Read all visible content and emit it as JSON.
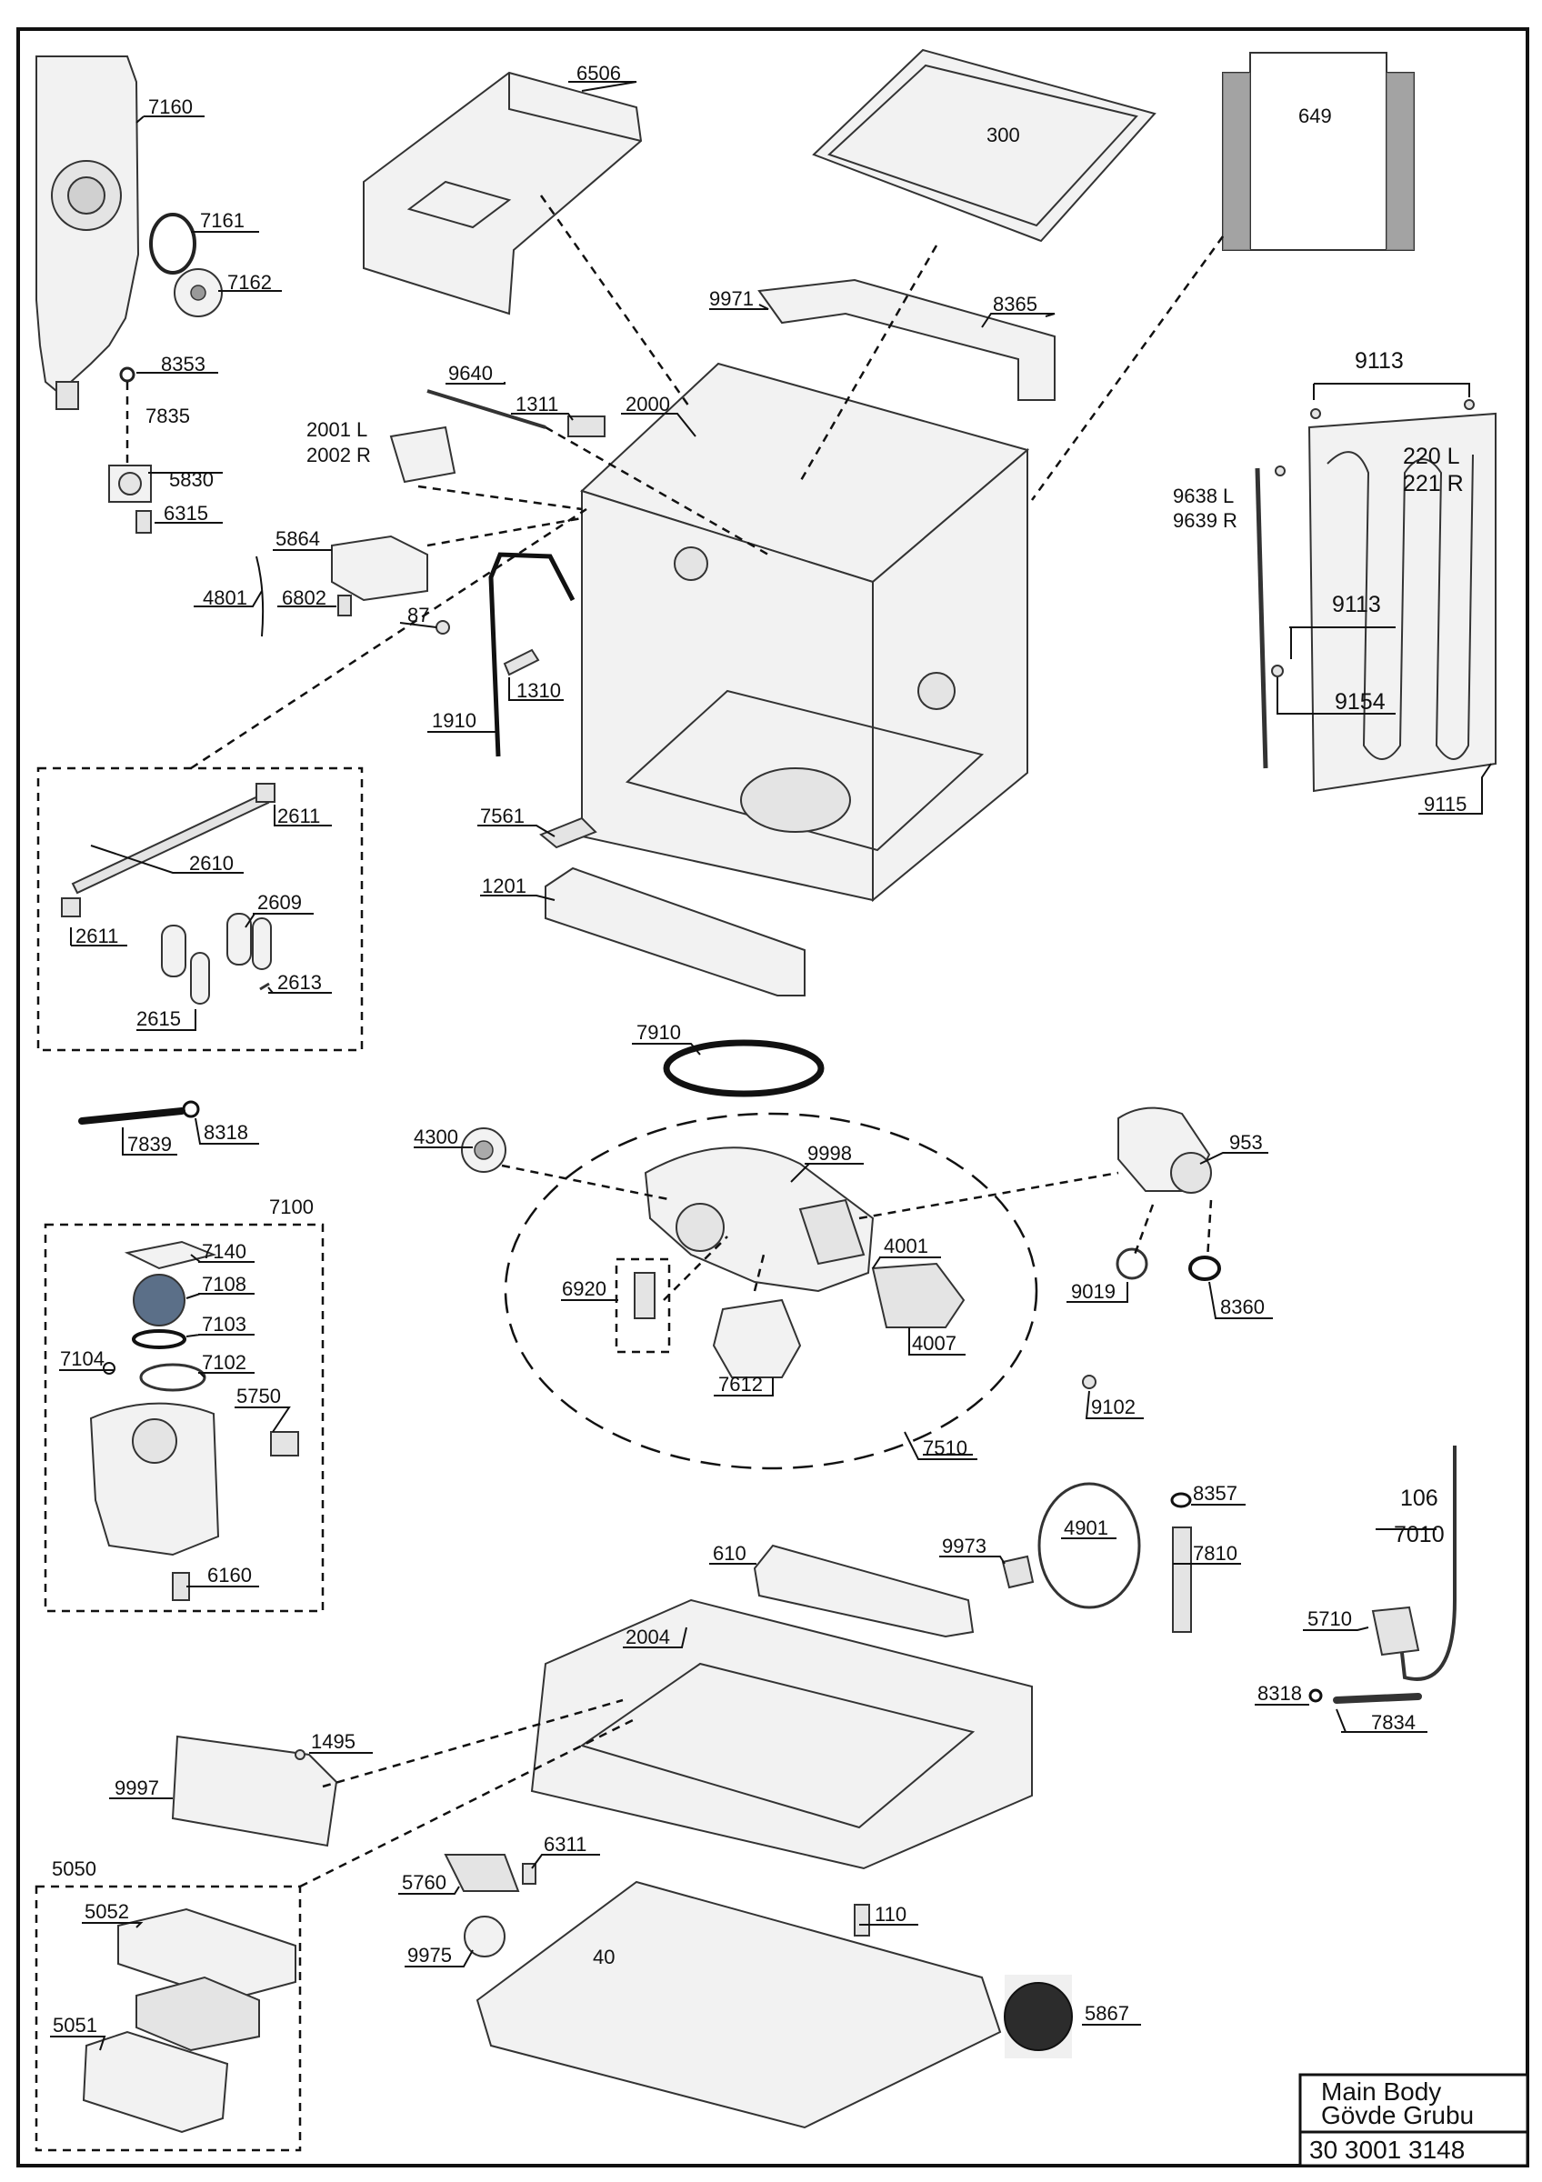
{
  "title_block": {
    "line1": "Main Body",
    "line2": "Gövde Grubu",
    "code": "30 3001 3148"
  },
  "group_labels": {
    "pump_group": "7100",
    "control_group": "5050"
  },
  "inset_labels": {
    "lid_300": "300",
    "insulation_649": "649",
    "tray_40": "40"
  },
  "labels": {
    "p7160": "7160",
    "p7161": "7161",
    "p7162": "7162",
    "p8353": "8353",
    "p7835": "7835",
    "p5830": "5830",
    "p6315": "6315",
    "p6506": "6506",
    "p9971": "9971",
    "p8365": "8365",
    "p9113a": "9113",
    "p9640": "9640",
    "p1311": "1311",
    "p2000": "2000",
    "p2001": "2001 L",
    "p2002": "2002 R",
    "p220": "220 L",
    "p221": "221 R",
    "p9638": "9638 L",
    "p9639": "9639 R",
    "p5864": "5864",
    "p4801": "4801",
    "p6802": "6802",
    "p87": "87",
    "p1310": "1310",
    "p9113b": "9113",
    "p9154": "9154",
    "p1910": "1910",
    "p9115": "9115",
    "p2611a": "2611",
    "p2610": "2610",
    "p2609": "2609",
    "p2611b": "2611",
    "p2613": "2613",
    "p2615": "2615",
    "p7561": "7561",
    "p1201": "1201",
    "p7910": "7910",
    "p7839": "7839",
    "p8318a": "8318",
    "p4300": "4300",
    "p9998": "9998",
    "p953": "953",
    "p7140": "7140",
    "p7108": "7108",
    "p7103": "7103",
    "p7104": "7104",
    "p7102": "7102",
    "p5750": "5750",
    "p6160": "6160",
    "p6920": "6920",
    "p4001": "4001",
    "p4007": "4007",
    "p7612": "7612",
    "p9019": "9019",
    "p8360": "8360",
    "p9102": "9102",
    "p7510": "7510",
    "p8357": "8357",
    "p106": "106",
    "p7010": "7010",
    "p9973": "9973",
    "p4901": "4901",
    "p7810": "7810",
    "p610": "610",
    "p5710": "5710",
    "p2004": "2004",
    "p8318b": "8318",
    "p7834": "7834",
    "p1495": "1495",
    "p9997": "9997",
    "p6311": "6311",
    "p5760": "5760",
    "p110": "110",
    "p5052": "5052",
    "p9975": "9975",
    "p5867": "5867",
    "p5051": "5051"
  }
}
